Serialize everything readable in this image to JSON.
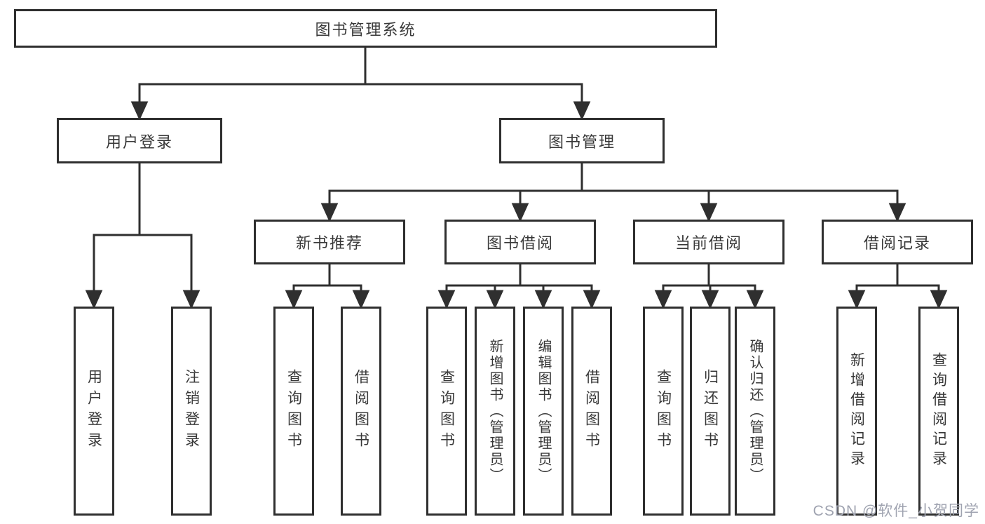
{
  "diagram": {
    "title": "图书管理系统",
    "level2": [
      {
        "label": "用户登录"
      },
      {
        "label": "图书管理"
      }
    ],
    "level3": [
      {
        "label": "新书推荐"
      },
      {
        "label": "图书借阅"
      },
      {
        "label": "当前借阅"
      },
      {
        "label": "借阅记录"
      }
    ],
    "leaves": [
      {
        "label": "用户登录"
      },
      {
        "label": "注销登录"
      },
      {
        "label": "查询图书"
      },
      {
        "label": "借阅图书"
      },
      {
        "label": "查询图书"
      },
      {
        "label": "新增图书（管理员）"
      },
      {
        "label": "编辑图书（管理员）"
      },
      {
        "label": "借阅图书"
      },
      {
        "label": "查询图书"
      },
      {
        "label": "归还图书"
      },
      {
        "label": "确认归还（管理员）"
      },
      {
        "label": "新增借阅记录"
      },
      {
        "label": "查询借阅记录"
      }
    ],
    "watermark": "CSDN @软件_小贺同学",
    "colors": {
      "line": "#2f2f2f",
      "text": "#383838",
      "box_background": "#ffffff",
      "watermark": "#9fa3b0"
    }
  }
}
